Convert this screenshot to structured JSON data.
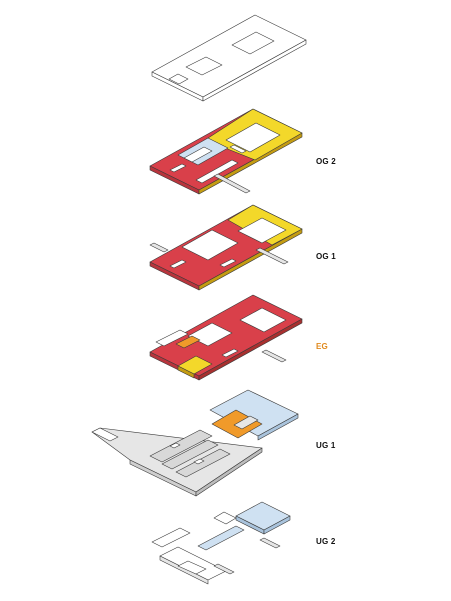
{
  "labels": {
    "og2": "OG 2",
    "og1": "OG 1",
    "eg": "EG",
    "ug1": "UG 1",
    "ug2": "UG 2"
  },
  "colors": {
    "red": "#d9404a",
    "yellow": "#f3d82a",
    "orange": "#f09a2a",
    "light_blue": "#cfe1f2",
    "grey": "#e6e6e6",
    "white": "#ffffff",
    "outline": "#3a3a3a",
    "label_text": "#111111",
    "label_highlight": "#e08a1e"
  }
}
